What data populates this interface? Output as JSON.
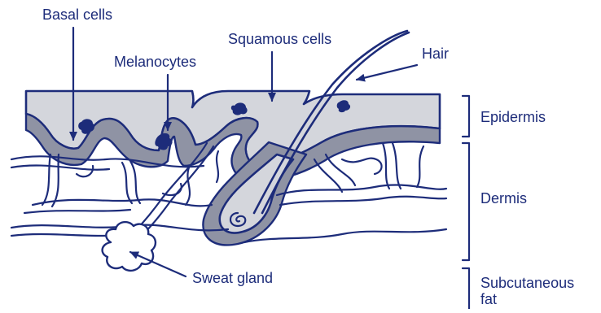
{
  "labels": {
    "basal_cells": "Basal cells",
    "melanocytes": "Melanocytes",
    "squamous_cells": "Squamous cells",
    "hair": "Hair",
    "epidermis": "Epidermis",
    "dermis": "Dermis",
    "sweat_gland": "Sweat gland",
    "subcutaneous_fat_line1": "Subcutaneous",
    "subcutaneous_fat_line2": "fat"
  },
  "colors": {
    "ink": "#1d2c7a",
    "epidermis_fill": "#d4d6dc",
    "basal_band_fill": "#8f93a4",
    "background": "#ffffff"
  }
}
